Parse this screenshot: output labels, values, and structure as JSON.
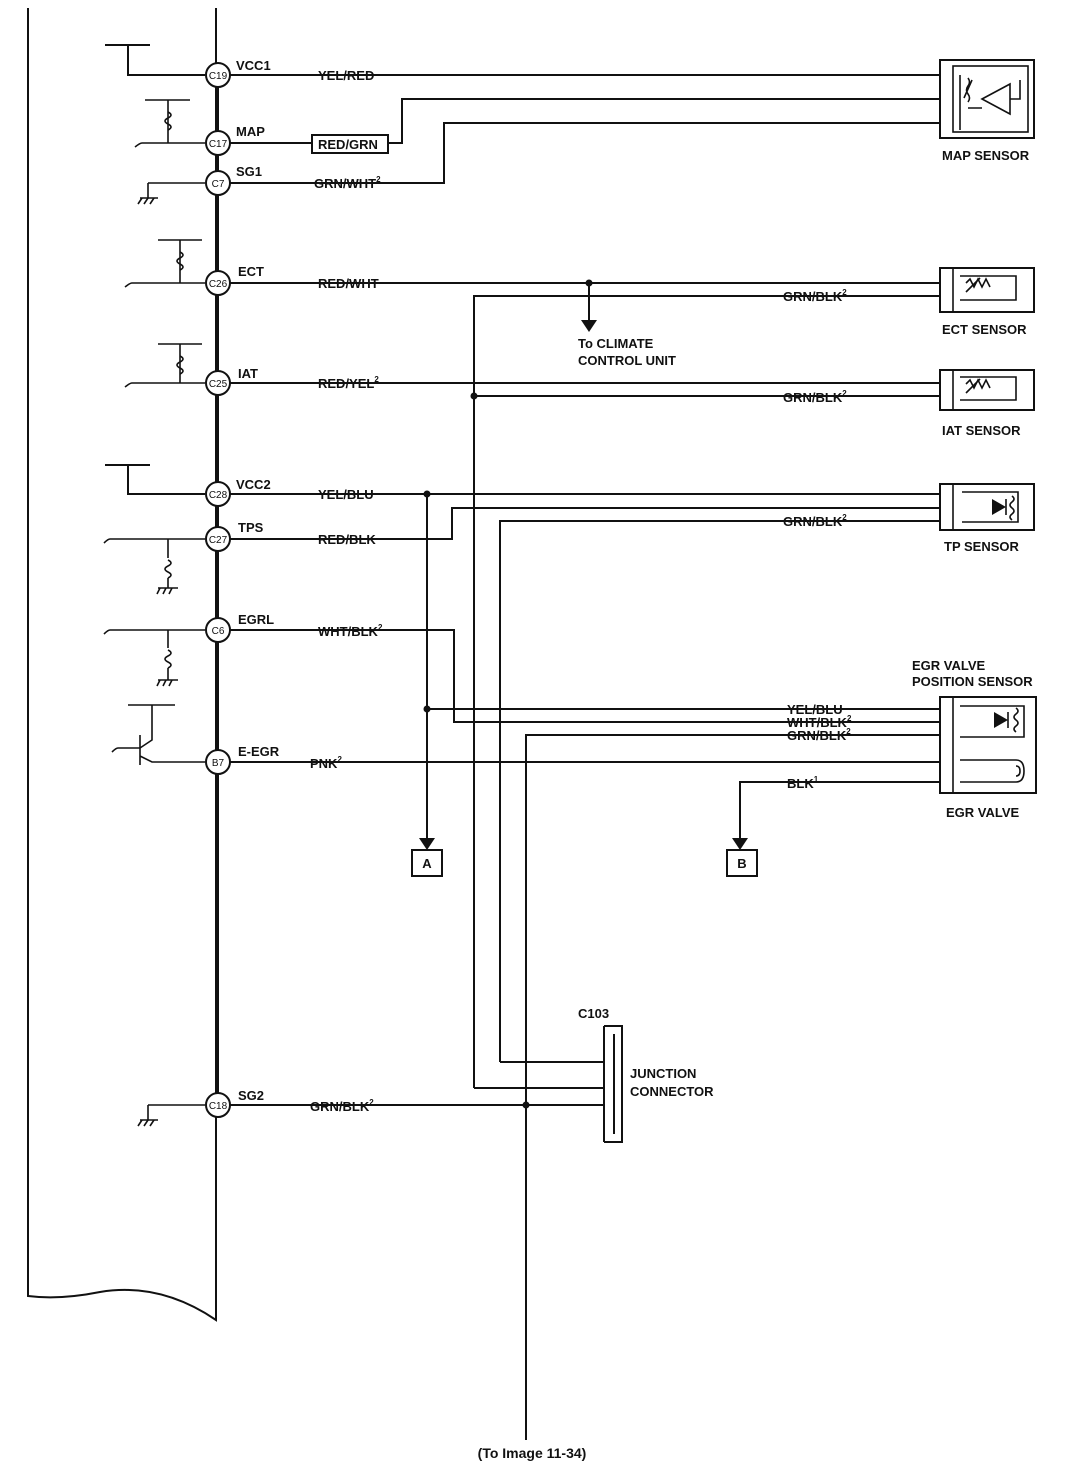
{
  "pins": [
    {
      "pin": "C19",
      "signal": "VCC1",
      "wire": "YEL/RED",
      "sup": ""
    },
    {
      "pin": "C17",
      "signal": "MAP",
      "wire": "RED/GRN",
      "sup": ""
    },
    {
      "pin": "C7",
      "signal": "SG1",
      "wire": "GRN/WHT",
      "sup": "2"
    },
    {
      "pin": "C26",
      "signal": "ECT",
      "wire": "RED/WHT",
      "sup": ""
    },
    {
      "pin": "C25",
      "signal": "IAT",
      "wire": "RED/YEL",
      "sup": "2"
    },
    {
      "pin": "C28",
      "signal": "VCC2",
      "wire": "YEL/BLU",
      "sup": ""
    },
    {
      "pin": "C27",
      "signal": "TPS",
      "wire": "RED/BLK",
      "sup": ""
    },
    {
      "pin": "C6",
      "signal": "EGRL",
      "wire": "WHT/BLK",
      "sup": "2"
    },
    {
      "pin": "B7",
      "signal": "E-EGR",
      "wire": "PNK",
      "sup": "2"
    },
    {
      "pin": "C18",
      "signal": "SG2",
      "wire": "GRN/BLK",
      "sup": "2"
    }
  ],
  "sensor_wires": {
    "ect_ground": {
      "text": "GRN/BLK",
      "sup": "2"
    },
    "iat_ground": {
      "text": "GRN/BLK",
      "sup": "2"
    },
    "tp_ground": {
      "text": "GRN/BLK",
      "sup": "2"
    },
    "egr_yel_blu": {
      "text": "YEL/BLU",
      "sup": ""
    },
    "egr_wht_blk": {
      "text": "WHT/BLK",
      "sup": "2"
    },
    "egr_grn_blk": {
      "text": "GRN/BLK",
      "sup": "2"
    },
    "egr_valve_ground": {
      "text": "BLK",
      "sup": "1"
    }
  },
  "components": {
    "map_sensor": "MAP SENSOR",
    "ect_sensor": "ECT SENSOR",
    "iat_sensor": "IAT SENSOR",
    "tp_sensor": "TP SENSOR",
    "egr_position_sensor_line1": "EGR VALVE",
    "egr_position_sensor_line2": "POSITION SENSOR",
    "egr_valve": "EGR VALVE",
    "junction_connector_id": "C103",
    "junction_connector_line1": "JUNCTION",
    "junction_connector_line2": "CONNECTOR"
  },
  "climate_note": {
    "line1": "To CLIMATE",
    "line2": "CONTROL UNIT"
  },
  "connectors": {
    "a": "A",
    "b": "B"
  },
  "footer": "(To Image 11-34)"
}
